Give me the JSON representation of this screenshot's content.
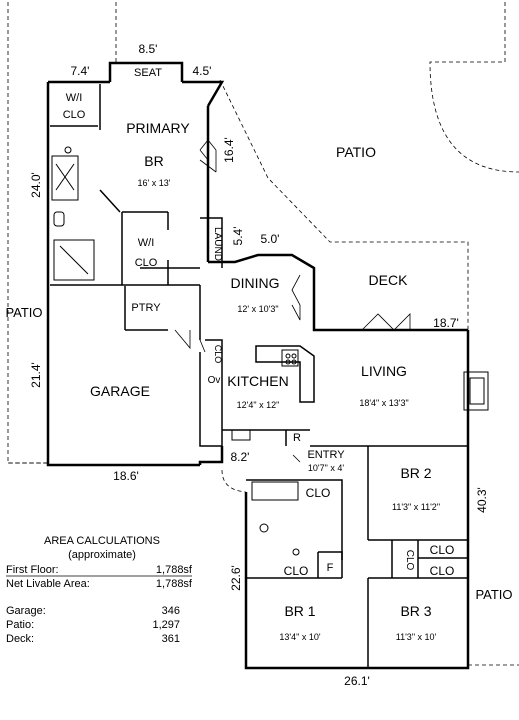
{
  "rooms": {
    "primary_line1": "PRIMARY",
    "primary_line2": "BR",
    "primary_dim": "16' x 13'",
    "wi_clo_top_1": "W/I",
    "wi_clo_top_2": "CLO",
    "wi_clo_mid_1": "W/I",
    "wi_clo_mid_2": "CLO",
    "seat": "SEAT",
    "laund": "LAUND",
    "ptry": "PTRY",
    "garage": "GARAGE",
    "dining": "DINING",
    "dining_dim": "12' x 10'3\"",
    "kitchen": "KITCHEN",
    "kitchen_dim": "12'4\" x 12\"",
    "kitchen_clo": "CLO",
    "oven": "Ov",
    "fridge": "R",
    "living": "LIVING",
    "living_dim": "18'4\" x 13'3\"",
    "deck": "DECK",
    "patio_top": "PATIO",
    "patio_left": "PATIO",
    "patio_right": "PATIO",
    "entry": "ENTRY",
    "entry_dim": "10'7\" x 4'",
    "entry_clo": "CLO",
    "br2": "BR 2",
    "br2_dim": "11'3\" x 11'2\"",
    "br1": "BR 1",
    "br1_dim": "13'4\" x 10'",
    "br1_clo": "CLO",
    "br1_f": "F",
    "br3": "BR 3",
    "br3_dim": "11'3\" x 10'",
    "br3_clo_a": "CLO",
    "br3_clo_b": "CLO",
    "br3_clo_v": "CLO"
  },
  "dimensions": {
    "seat_width": "8.5'",
    "left_top": "7.4'",
    "right_top": "4.5'",
    "primary_wall": "16.4'",
    "left_upper": "24.0'",
    "laund_short": "5.4'",
    "laund_top": "5.0'",
    "deck_edge": "18.7'",
    "left_lower": "21.4'",
    "garage_bottom": "18.6'",
    "entry_offset": "8.2'",
    "right_side": "40.3'",
    "bedroom_left": "22.6'",
    "bottom": "26.1'"
  },
  "area": {
    "title": "AREA CALCULATIONS",
    "subtitle": "(approximate)",
    "rows": [
      {
        "label": "First Floor:",
        "value": "1,788sf"
      },
      {
        "label": "Net Livable Area:",
        "value": "1,788sf"
      },
      {
        "label": "Garage:",
        "value": "346"
      },
      {
        "label": "Patio:",
        "value": "1,297"
      },
      {
        "label": "Deck:",
        "value": "361"
      }
    ]
  },
  "colors": {
    "line": "#000000",
    "background": "#ffffff"
  }
}
